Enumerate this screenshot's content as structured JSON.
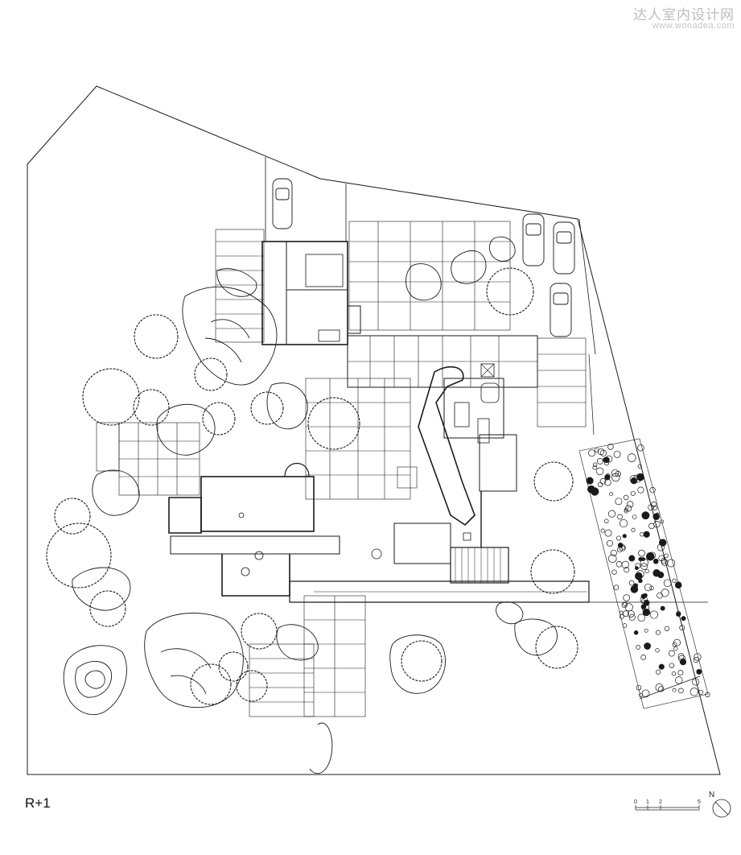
{
  "watermark": {
    "title": "达人室内设计网",
    "url": "www.wonadea.com"
  },
  "plan": {
    "level_label": "R+1"
  },
  "scale_bar": {
    "ticks": [
      "0",
      "1",
      "2",
      "5"
    ]
  },
  "north_arrow": {
    "label": "N"
  }
}
